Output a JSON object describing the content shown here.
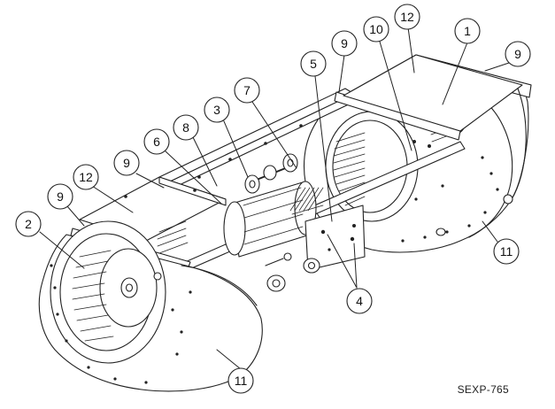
{
  "drawing_code": "SEXP-765",
  "callouts": [
    "1",
    "2",
    "3",
    "4",
    "5",
    "6",
    "7",
    "8",
    "9",
    "9",
    "9",
    "9",
    "10",
    "11",
    "11",
    "12",
    "12"
  ]
}
